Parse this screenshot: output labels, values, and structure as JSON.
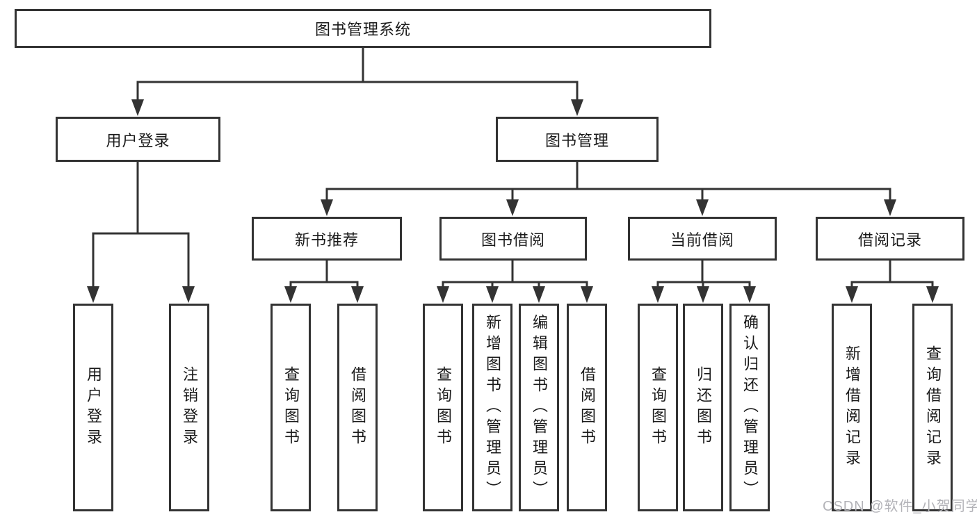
{
  "diagram_type": "hierarchy-tree",
  "tree": {
    "label": "图书管理系统",
    "children": [
      {
        "label": "用户登录",
        "children": [
          {
            "label": "用户登录"
          },
          {
            "label": "注销登录"
          }
        ]
      },
      {
        "label": "图书管理",
        "children": [
          {
            "label": "新书推荐",
            "children": [
              {
                "label": "查询图书"
              },
              {
                "label": "借阅图书"
              }
            ]
          },
          {
            "label": "图书借阅",
            "children": [
              {
                "label": "查询图书"
              },
              {
                "label": "新增图书（管理员）"
              },
              {
                "label": "编辑图书（管理员）"
              },
              {
                "label": "借阅图书"
              }
            ]
          },
          {
            "label": "当前借阅",
            "children": [
              {
                "label": "查询图书"
              },
              {
                "label": "归还图书"
              },
              {
                "label": "确认归还（管理员）"
              }
            ]
          },
          {
            "label": "借阅记录",
            "children": [
              {
                "label": "新增借阅记录"
              },
              {
                "label": "查询借阅记录"
              }
            ]
          }
        ]
      }
    ]
  },
  "watermark": "CSDN @软件_小贺同学",
  "colors": {
    "line": "#333333",
    "text": "#1a1a1a",
    "watermark": "#b3b3b8",
    "background": "#ffffff"
  }
}
